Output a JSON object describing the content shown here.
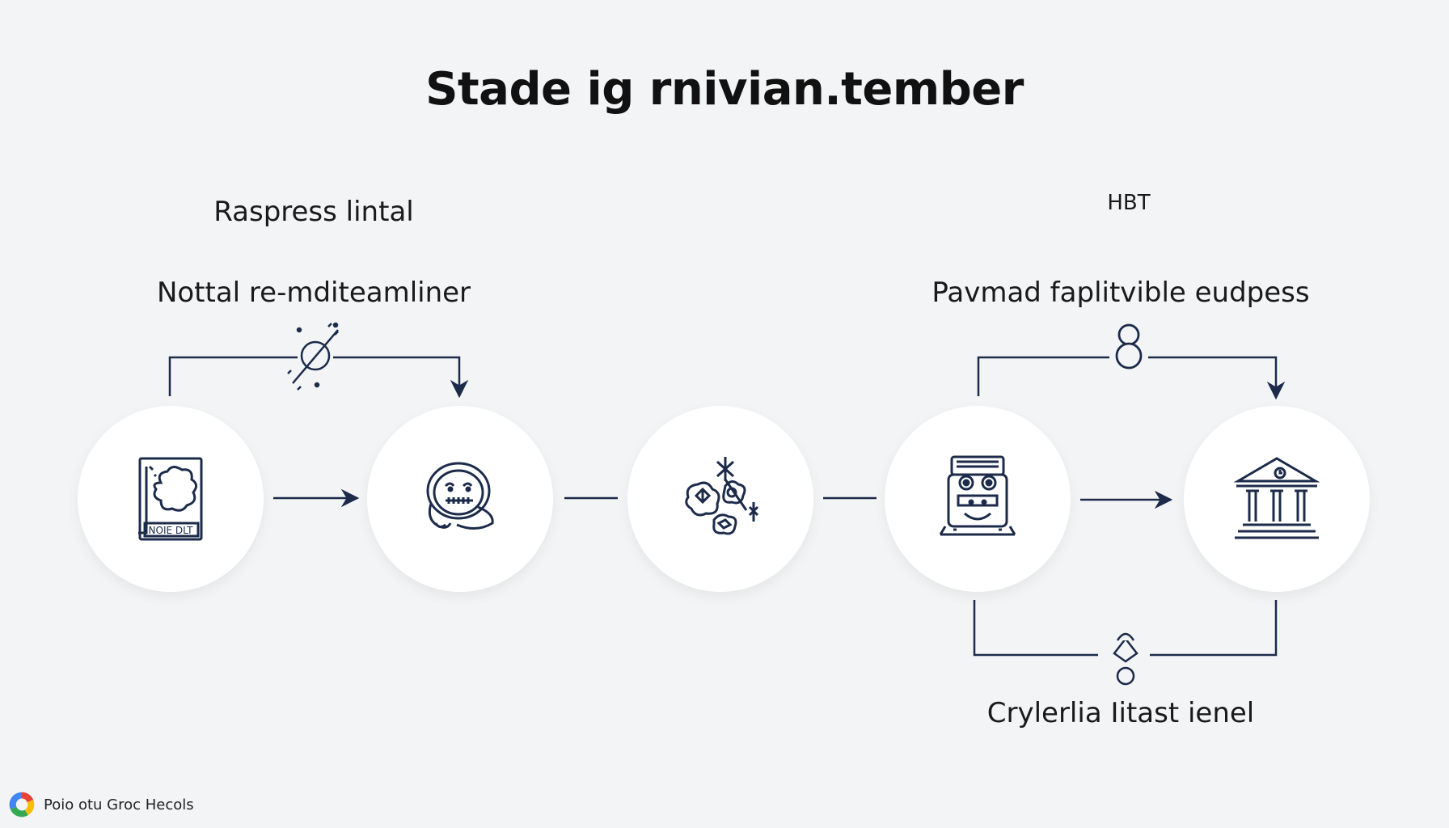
{
  "title": "Stade ig rnivian.tember",
  "labels": {
    "top_left": "Raspress lintal",
    "mid_left": "Nottal re-mditeamliner",
    "top_right": "HBT",
    "mid_right": "Pavmad faplitvible eudpess",
    "bottom_right": "Crylerlia Iitast ienel"
  },
  "nodes": [
    {
      "icon": "document-icon",
      "text": "NOIE DLT"
    },
    {
      "icon": "face-icon"
    },
    {
      "icon": "network-icon"
    },
    {
      "icon": "robot-icon"
    },
    {
      "icon": "bank-icon"
    }
  ],
  "connector_icons": [
    "satellite-icon",
    "figure-eight-icon",
    "rocket-icon"
  ],
  "footer": {
    "text": "Poio otu Groc Hecols"
  },
  "colors": {
    "line": "#1c2b4a",
    "background": "#f3f4f6",
    "node": "#ffffff"
  }
}
